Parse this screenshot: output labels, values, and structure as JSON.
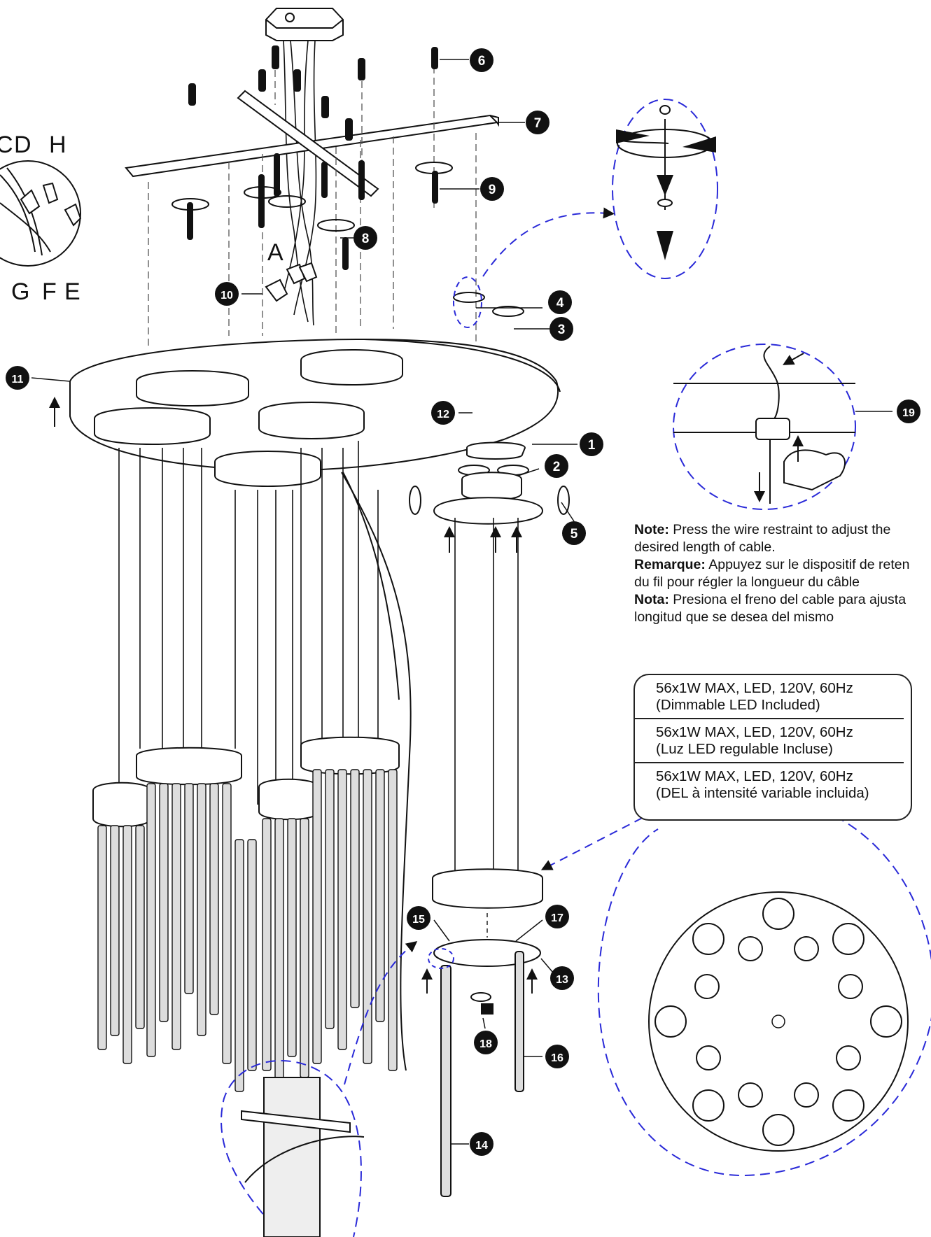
{
  "wire_labels": [
    "C",
    "D",
    "H",
    "G",
    "F",
    "E",
    "A"
  ],
  "callouts": [
    "1",
    "2",
    "3",
    "4",
    "5",
    "6",
    "7",
    "8",
    "9",
    "10",
    "11",
    "12",
    "13",
    "14",
    "15",
    "16",
    "17",
    "18",
    "19"
  ],
  "note": {
    "en_label": "Note:",
    "en_text": "Press the wire restraint to adjust the",
    "en_text2": "desired length of cable.",
    "fr_label": "Remarque:",
    "fr_text": "Appuyez sur le dispositif de reten",
    "fr_text2": "du fil pour régler la longueur du câble",
    "es_label": "Nota:",
    "es_text": "Presiona el freno del cable para ajusta",
    "es_text2": "longitud que se desea del mismo"
  },
  "spec": [
    {
      "line1": "56x1W MAX, LED, 120V, 60Hz",
      "line2": "(Dimmable LED Included)"
    },
    {
      "line1": "56x1W MAX, LED, 120V, 60Hz",
      "line2": "(Luz LED regulable Incluse)"
    },
    {
      "line1": "56x1W MAX, LED, 120V, 60Hz",
      "line2": "(DEL à intensité variable incluida)"
    }
  ],
  "colors": {
    "line": "#111111",
    "detail_outline": "#2a2ad8",
    "callout_fill": "#111111"
  }
}
